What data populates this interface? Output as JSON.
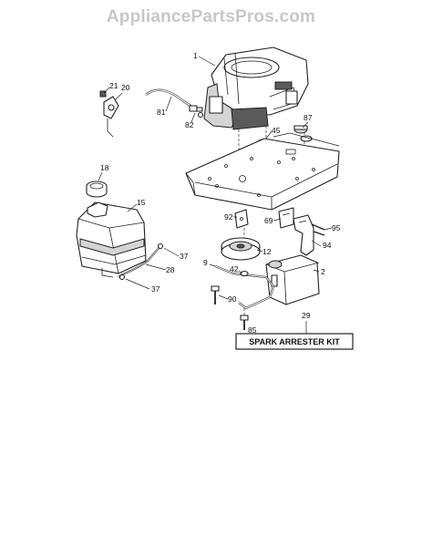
{
  "watermark": "AppliancePartsPros.com",
  "kit": {
    "title": "SPARK ARRESTER KIT",
    "ref": "29"
  },
  "labels": {
    "p1": "1",
    "p2": "2",
    "p12": "12",
    "p15": "15",
    "p18": "18",
    "p20": "20",
    "p21": "21",
    "p28": "28",
    "p29": "29",
    "p37a": "37",
    "p37b": "37",
    "p42": "42",
    "p45": "45",
    "p69": "69",
    "p81": "81",
    "p82": "82",
    "p85": "85",
    "p87": "87",
    "p90": "90",
    "p92": "92",
    "p94": "94",
    "p95": "95"
  }
}
